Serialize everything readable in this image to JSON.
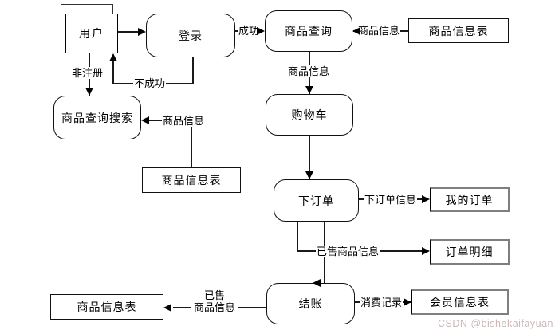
{
  "diagram": {
    "type": "data-flow-diagram",
    "nodes": {
      "user": "用户",
      "login": "登录",
      "product_query": "商品查询",
      "product_info_table_top": "商品信息表",
      "product_search": "商品查询搜索",
      "product_info_table_mid": "商品信息表",
      "cart": "购物车",
      "place_order": "下订单",
      "my_orders": "我的订单",
      "order_details": "订单明细",
      "checkout": "结账",
      "member_info_table": "会员信息表",
      "product_info_table_bottom": "商品信息表"
    },
    "flow_labels": {
      "success": "成功",
      "unsuccessful": "不成功",
      "unregistered": "非注册",
      "product_info_store_to_query": "商品信息",
      "product_info_query_to_cart": "商品信息",
      "product_info_store_to_search": "商品信息",
      "place_order_info": "下订单信息",
      "sold_product_info": "已售商品信息",
      "consumption_record": "消费记录",
      "sold_line1": "已售",
      "sold_line2": "商品信息"
    },
    "watermark": "CSDN @bishekaifayuan"
  },
  "colors": {
    "background": "#ffffff",
    "line": "#1a1a1a",
    "process_border": "#111111",
    "store_border_gray": "#7f7f7f",
    "watermark": "#cbb7b7"
  }
}
